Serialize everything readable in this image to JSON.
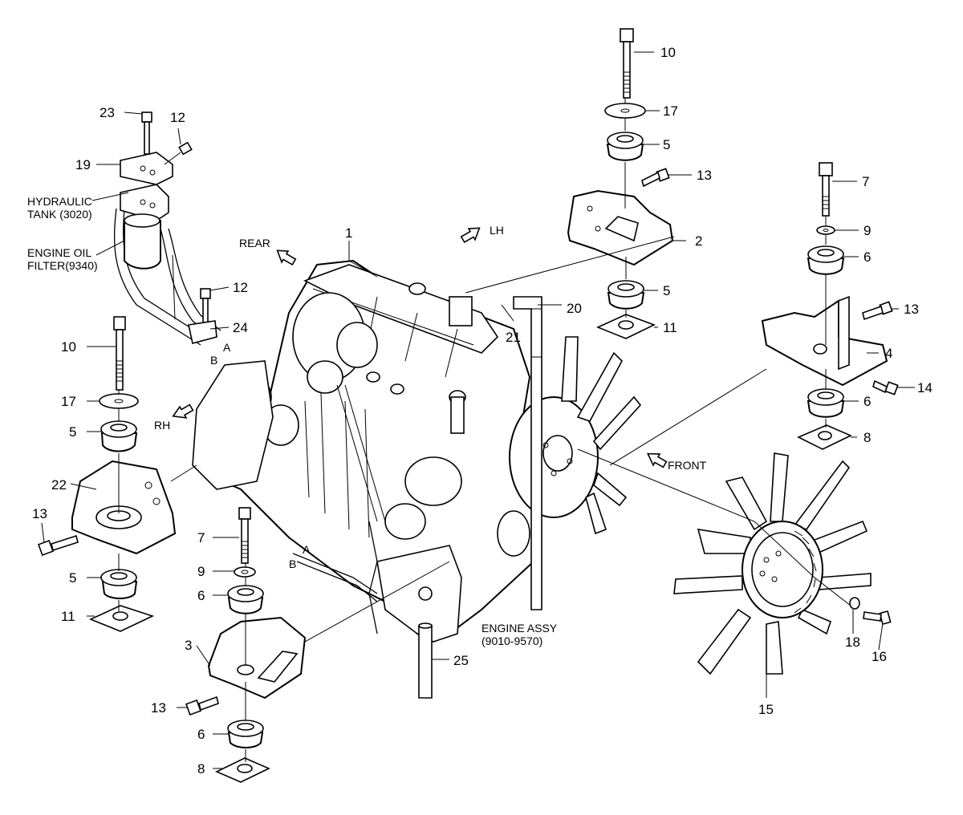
{
  "callouts": {
    "c1": "1",
    "c2": "2",
    "c3": "3",
    "c4": "4",
    "c5a": "5",
    "c5b": "5",
    "c5c": "5",
    "c5d": "5",
    "c6a": "6",
    "c6b": "6",
    "c6c": "6",
    "c6d": "6",
    "c7a": "7",
    "c7b": "7",
    "c8a": "8",
    "c8b": "8",
    "c9a": "9",
    "c9b": "9",
    "c10a": "10",
    "c10b": "10",
    "c11a": "11",
    "c11b": "11",
    "c12a": "12",
    "c12b": "12",
    "c13a": "13",
    "c13b": "13",
    "c13c": "13",
    "c13d": "13",
    "c14": "14",
    "c15": "15",
    "c16": "16",
    "c17a": "17",
    "c17b": "17",
    "c18": "18",
    "c19": "19",
    "c20": "20",
    "c21": "21",
    "c22": "22",
    "c23": "23",
    "c24": "24",
    "c25": "25"
  },
  "labels": {
    "hydraulic_tank_1": "HYDRAULIC",
    "hydraulic_tank_2": "TANK (3020)",
    "engine_oil_filter_1": "ENGINE OIL",
    "engine_oil_filter_2": "FILTER(9340)",
    "engine_assy_1": "ENGINE ASSY",
    "engine_assy_2": "(9010-9570)",
    "rear": "REAR",
    "lh": "LH",
    "rh": "RH",
    "front": "FRONT",
    "a1": "A",
    "b1": "B",
    "a2": "A",
    "b2": "B"
  }
}
